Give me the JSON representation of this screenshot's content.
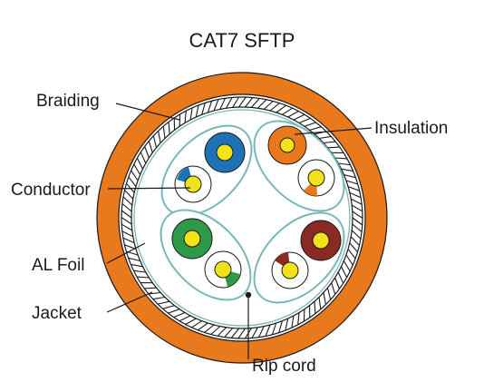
{
  "title": "CAT7 SFTP",
  "labels": {
    "braiding": "Braiding",
    "insulation": "Insulation",
    "conductor": "Conductor",
    "al_foil": "AL Foil",
    "jacket": "Jacket",
    "rip_cord": "Rip cord"
  },
  "colors": {
    "jacket": "#e8791c",
    "braid_line": "#222222",
    "foil_outline": "#78b8b8",
    "conductor": "#f2e21c",
    "orange_pair": "#e8791c",
    "blue_pair": "#1e73b7",
    "green_pair": "#2e9a47",
    "brown_pair": "#8b2a23"
  },
  "pairs": [
    {
      "name": "orange",
      "solid_color": "orange_pair"
    },
    {
      "name": "blue",
      "solid_color": "blue_pair"
    },
    {
      "name": "green",
      "solid_color": "green_pair"
    },
    {
      "name": "brown",
      "solid_color": "brown_pair"
    }
  ]
}
